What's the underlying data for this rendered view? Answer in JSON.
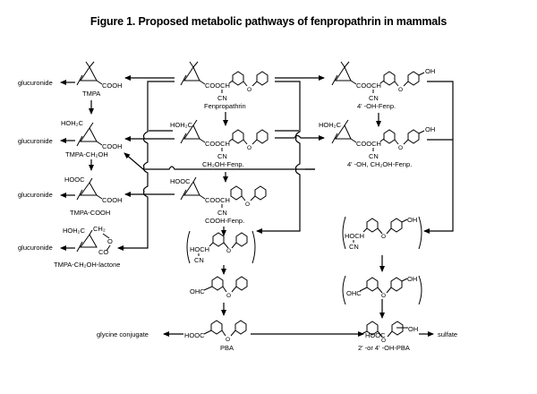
{
  "title": "Figure 1.  Proposed metabolic pathways of fenpropathrin in mammals",
  "compounds": {
    "fenpropathrin": "Fenpropathrin",
    "ch2oh_fenp": "CH₂OH-Fenp.",
    "cooh_fenp": "COOH-Fenp.",
    "oh4_fenp": "4' -OH-Fenp.",
    "oh4_ch2oh_fenp": "4' -OH, CH₂OH-Fenp.",
    "tmpa": "TMPA",
    "tmpa_ch2oh": "TMPA-CH₂OH",
    "tmpa_cooh": "TMPA-COOH",
    "tmpa_lactone": "TMPA-CH₂OH-lactone",
    "pba": "PBA",
    "oh_pba": "2' -or 4' -OH-PBA"
  },
  "conjugates": {
    "glucuronide": "glucuronide",
    "glycine": "glycine conjugate",
    "sulfate": "sulfate"
  },
  "groups": {
    "cooh": "COOH",
    "cooch": "COOCH",
    "cn": "CN",
    "o": "O",
    "oh": "OH",
    "hoh2c": "HOH₂C",
    "hooc": "HOOC",
    "ohc": "OHC",
    "hoch": "HOCH",
    "ch2": "CH₂",
    "co": "CO"
  }
}
